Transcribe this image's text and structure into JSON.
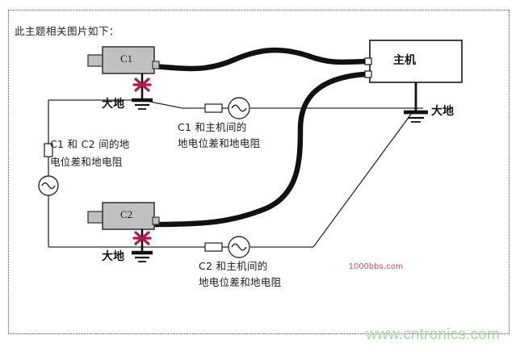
{
  "page": {
    "title_text": "此主题相关图片如下：",
    "background_color": "#ffffff",
    "frame_border_color": "#4a4a4a"
  },
  "devices": [
    {
      "id": "c1",
      "label": "C1",
      "fill": "#c0c0c0",
      "stroke": "#3a3a3a"
    },
    {
      "id": "c2",
      "label": "C2",
      "fill": "#c0c0c0",
      "stroke": "#3a3a3a"
    },
    {
      "id": "host",
      "label": "主机",
      "fill": "#ffffff",
      "stroke": "#141414"
    }
  ],
  "ground_labels": {
    "c1_ground": "大地",
    "c2_ground": "大地",
    "host_ground": "大地"
  },
  "annotations": {
    "left_branch": {
      "line1": "C1 和 C2 间的地",
      "line2": "电位差和地电阻"
    },
    "c1_host_branch": {
      "line1": "C1 和主机间的",
      "line2": "地电位差和地电阻"
    },
    "c2_host_branch": {
      "line1": "C2 和主机间的",
      "line2": "地电位差和地电阻"
    }
  },
  "markers": {
    "break_symbol": "x-cross-marker",
    "break_color": "#b01a4a",
    "break_count": 2
  },
  "watermarks": {
    "forum": {
      "text": "1000bbs.com",
      "color": "#d3485c"
    },
    "site": {
      "text": "www.cntronics.com",
      "color": "#a6d6a0"
    }
  },
  "components": {
    "resistor_count": 3,
    "ac_source_count": 3,
    "ac_source_symbol": "sine-wave",
    "cable_color": "#111111",
    "wire_color": "#2b2b2b"
  }
}
